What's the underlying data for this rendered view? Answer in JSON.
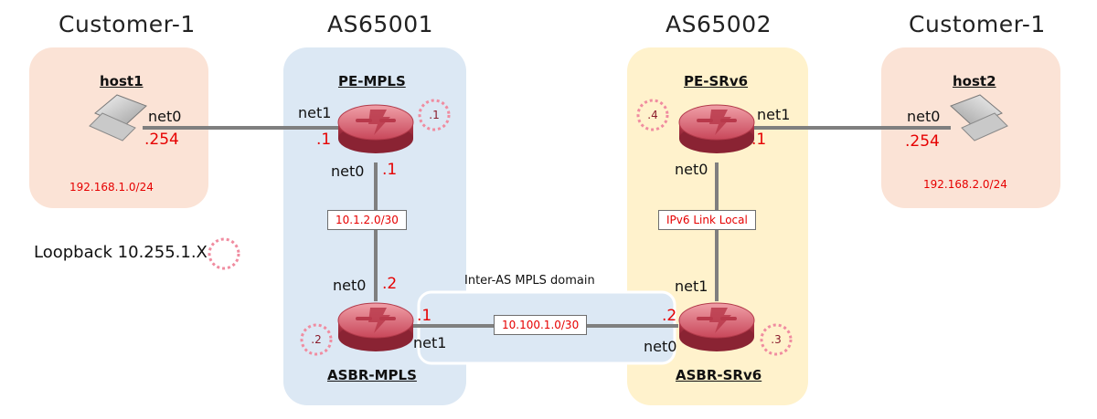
{
  "headers": {
    "left_customer": "Customer-1",
    "as1": "AS65001",
    "as2": "AS65002",
    "right_customer": "Customer-1"
  },
  "nodes": {
    "host1": {
      "name": "host1",
      "iface": "net0",
      "addr": ".254",
      "network": "192.168.1.0/24"
    },
    "host2": {
      "name": "host2",
      "iface": "net0",
      "addr": ".254",
      "network": "192.168.2.0/24"
    },
    "pe_mpls": {
      "name": "PE-MPLS",
      "badge": ".1",
      "net1": "net1",
      "net1_addr": ".1",
      "net0": "net0",
      "net0_addr": ".1"
    },
    "asbr_mpls": {
      "name": "ASBR-MPLS",
      "badge": ".2",
      "net0": "net0",
      "net0_addr": ".2",
      "net1": "net1",
      "net1_addr": ".1"
    },
    "pe_srv6": {
      "name": "PE-SRv6",
      "badge": ".4",
      "net1": "net1",
      "net1_addr": ".1",
      "net0": "net0"
    },
    "asbr_srv6": {
      "name": "ASBR-SRv6",
      "badge": ".3",
      "net1": "net1",
      "net0": "net0",
      "net0_addr": ".2"
    }
  },
  "links": {
    "pe_asbr_mpls": "10.1.2.0/30",
    "srv6_internal": "IPv6 Link Local",
    "inter_as": "10.100.1.0/30"
  },
  "inter_as_domain": "Inter-AS MPLS domain",
  "loopback": {
    "text": "Loopback 10.255.1.X"
  },
  "colors": {
    "customer_bg": "#fbe3d6",
    "as1_bg": "#dce8f4",
    "as2_bg": "#fff2cc",
    "router": "#c94a58",
    "address": "#e60000",
    "link": "#7f7f7f"
  }
}
